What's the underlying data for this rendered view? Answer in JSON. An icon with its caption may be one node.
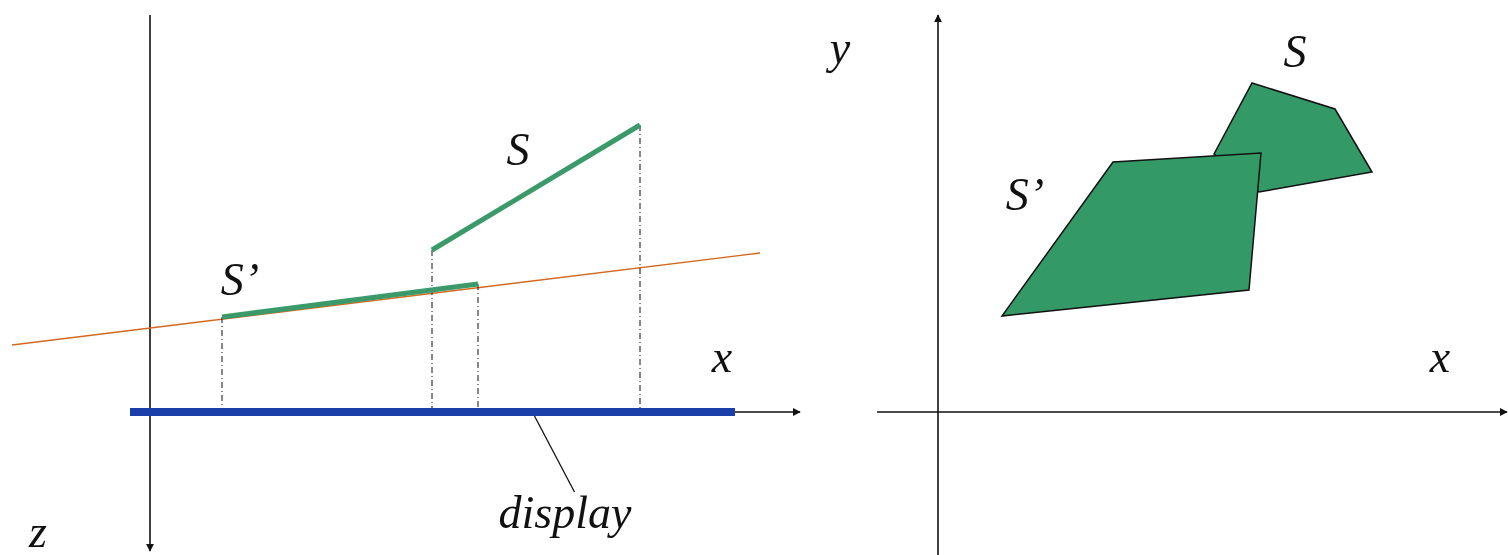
{
  "diagram": {
    "nodes": [
      {
        "text": [
          "display"
        ]
      },
      {
        "text": [],
        "shape": "bar"
      }
    ],
    "edges": [
      {
        "from": 0,
        "to": 1,
        "arrow": "none"
      }
    ],
    "labels": [
      "y",
      "S",
      "S",
      "S’",
      "S’",
      "x",
      "x",
      "z"
    ]
  }
}
